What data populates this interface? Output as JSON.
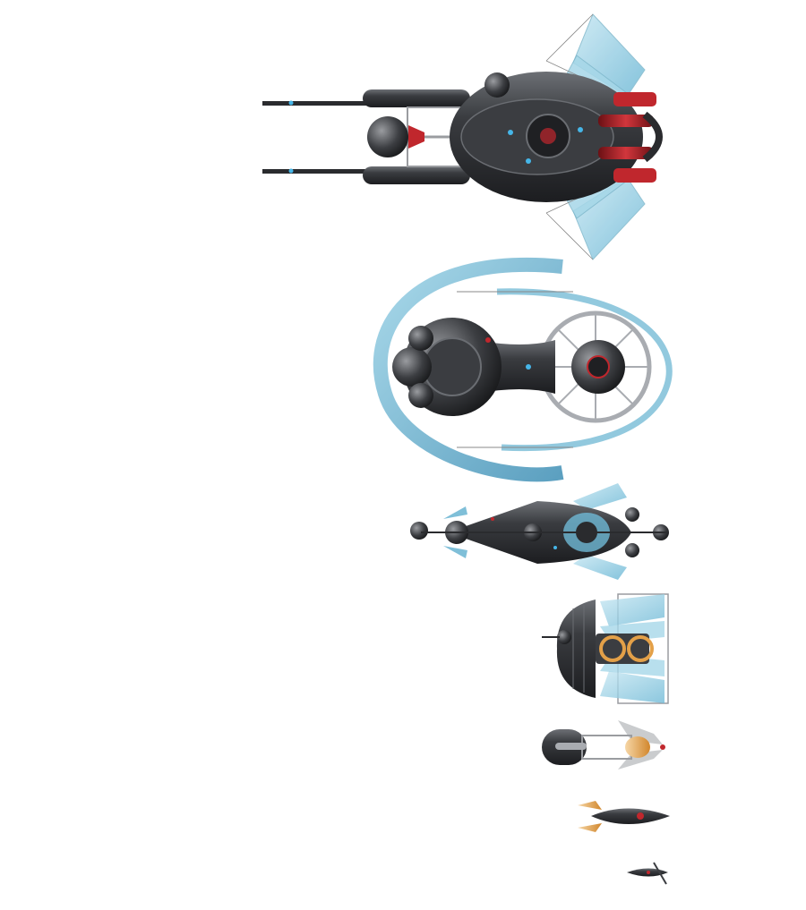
{
  "sprite_sheet": {
    "background": "#ffffff",
    "palette": {
      "hull_dark": "#2a2b2e",
      "hull_mid": "#55585d",
      "hull_light": "#a9acb1",
      "panel_blue": "#8cc9df",
      "panel_blue_dark": "#5aa7c6",
      "accent_red": "#c0272d",
      "accent_orange": "#e3a048",
      "light_blue": "#46b6e8"
    },
    "ships": [
      {
        "name": "large-cruiser",
        "features": [
          "twin-pylons",
          "sensor-sphere",
          "red-engine-pods",
          "blue-fin-sails"
        ]
      },
      {
        "name": "ring-station",
        "features": [
          "blue-ring-shield",
          "dual-core-hull",
          "wheel-nacelle"
        ]
      },
      {
        "name": "finned-frigate",
        "features": [
          "front-sphere",
          "blue-fins",
          "rear-thrusters"
        ]
      },
      {
        "name": "dome-carrier",
        "features": [
          "dome-hull",
          "orange-thrust-rings",
          "blue-sail-frame"
        ]
      },
      {
        "name": "pod-scout",
        "features": [
          "capsule-hull",
          "orange-engine",
          "silver-fins"
        ]
      },
      {
        "name": "dart-fighter",
        "features": [
          "dark-hull",
          "orange-wings"
        ]
      },
      {
        "name": "micro-drone",
        "features": [
          "tiny-hull"
        ]
      }
    ]
  }
}
